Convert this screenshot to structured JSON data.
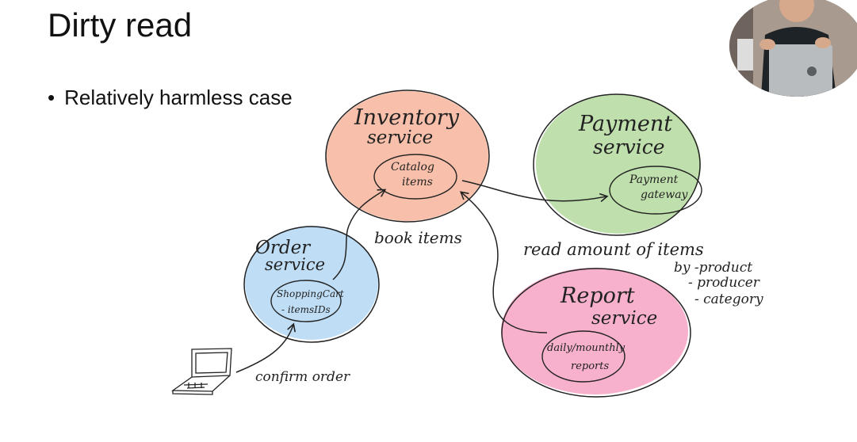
{
  "slide": {
    "title": "Dirty read",
    "bullet": "Relatively harmless case"
  },
  "colors": {
    "inventory": "#f7b9a1",
    "payment": "#b8dba3",
    "order": "#bcdcf5",
    "report": "#f6a9c7",
    "ink": "#222222"
  },
  "diagram": {
    "inventory": {
      "title_line1": "Inventory",
      "title_line2": "service",
      "inner_line1": "Catalog",
      "inner_line2": "items"
    },
    "payment": {
      "title_line1": "Payment",
      "title_line2": "service",
      "inner_line1": "Payment",
      "inner_line2": "gateway"
    },
    "order": {
      "title_line1": "Order",
      "title_line2": "service",
      "inner_line1": "ShoppingCart",
      "inner_line2": "- itemsIDs"
    },
    "report": {
      "title_line1": "Report",
      "title_line2": "service",
      "inner_line1": "daily/mounthly",
      "inner_line2": "reports"
    },
    "labels": {
      "book_items": "book items",
      "read_amount": "read amount of items",
      "by_product": "by -product",
      "producer": "- producer",
      "category": "- category",
      "confirm_order": "confirm order"
    },
    "icons": {
      "client": "laptop-icon"
    }
  },
  "webcam": {
    "icon": "presenter-video"
  }
}
